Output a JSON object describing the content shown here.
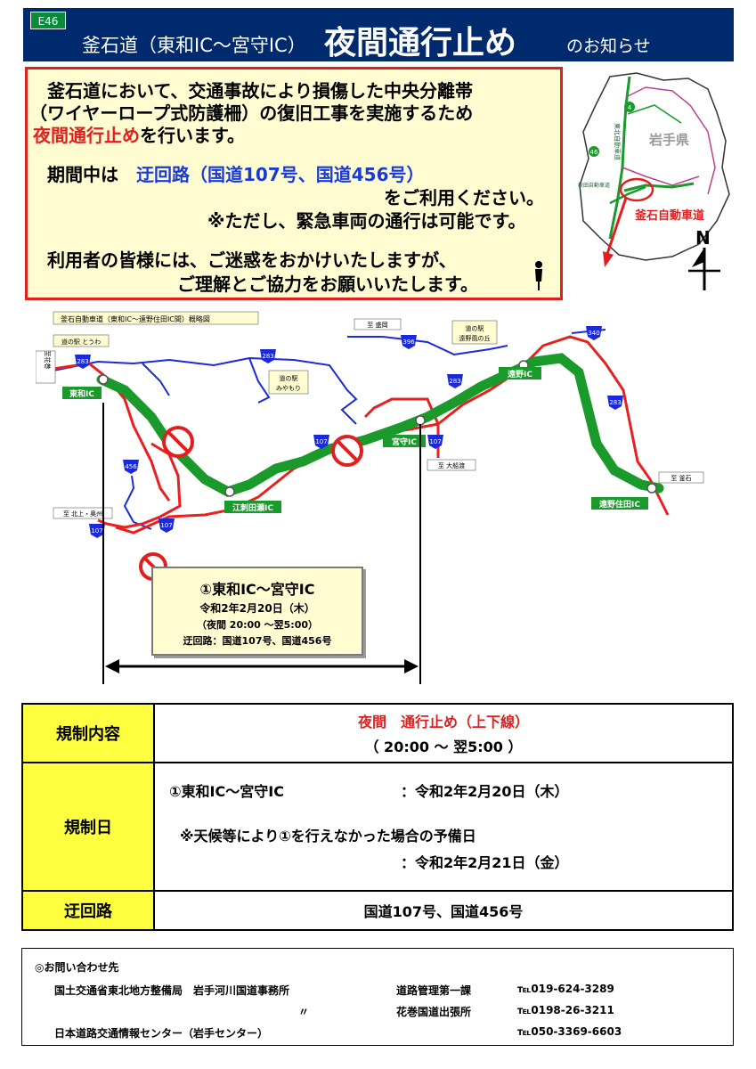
{
  "header": {
    "route_code": "E46",
    "title_prefix": "釜石道（東和IC～宮守IC）",
    "title_main": "夜間通行止め",
    "title_suffix": "のお知らせ"
  },
  "notice": {
    "line1": "釜石道において、交通事故により損傷した中央分離帯",
    "line2": "（ワイヤーロープ式防護柵）の復旧工事を実施するため",
    "line3_red": "夜間通行止め",
    "line3_rest": "を行います。",
    "line4_prefix": "期間中は",
    "line4_blue": "迂回路（国道107号、国道456号）",
    "line5": "をご利用ください。",
    "line6": "※ただし、緊急車両の通行は可能です。",
    "line7": "利用者の皆様には、ご迷惑をおかけいたしますが、",
    "line8": "ご理解とご協力をお願いいたします。"
  },
  "pref_map": {
    "prefecture": "岩手県",
    "expressway_label": "釜石自動車道",
    "north": "N",
    "route_badges": [
      "4",
      "46"
    ],
    "road_tohoku": "東北自動車道",
    "road_akita": "秋田自動車道"
  },
  "schematic": {
    "title": "釜石自動車道（東和IC～遠野住田IC間）概略図",
    "to_hanamaki": "至花巻",
    "to_morioka": "至 盛岡",
    "to_kitakami": "至 北上・奥州",
    "to_ofunato": "至 大船渡",
    "to_kamaishi": "至 釜石",
    "ic_towa": "東和IC",
    "ic_esashi": "江刺田瀬IC",
    "ic_miyamori": "宮守IC",
    "ic_tono": "遠野IC",
    "ic_tonosumita": "遠野住田IC",
    "michinoeki_towa": "道の駅 とうわ",
    "michinoeki_miyamori_l1": "道の駅",
    "michinoeki_miyamori_l2": "みやもり",
    "michinoeki_tono_l1": "道の駅",
    "michinoeki_tono_l2": "遠野風の丘",
    "route_283": "283",
    "route_396": "396",
    "route_340": "340",
    "route_107": "107",
    "route_456": "456"
  },
  "callout": {
    "section": "①東和IC～宮守IC",
    "date": "令和2年2月20日（木）",
    "hours": "（夜間 20:00 ～翌5:00）",
    "detour": "迂回路：国道107号、国道456号"
  },
  "regulation": {
    "content_label": "規制内容",
    "content_line1": "夜間　通行止め（上下線）",
    "content_line2": "（ 20:00 ～ 翌5:00 ）",
    "date_label": "規制日",
    "date_section": "①東和IC～宮守IC",
    "date_value": "：令和2年2月20日（木）",
    "reserve_note": "※天候等により①を行えなかった場合の予備日",
    "reserve_value": "：令和2年2月21日（金）",
    "detour_label": "迂回路",
    "detour_value": "国道107号、国道456号"
  },
  "contact": {
    "heading": "◎お問い合わせ先",
    "org1": "国土交通省東北地方整備局　岩手河川国道事務所",
    "dept1": "道路管理第一課",
    "tel1": "℡019-624-3289",
    "ditto": "〃",
    "dept2": "花巻国道出張所",
    "tel2": "℡0198-26-3211",
    "org3": "日本道路交通情報センター（岩手センター）",
    "tel3": "℡050-3369-6603"
  },
  "colors": {
    "header_bg": "#002a6e",
    "notice_border": "#e02020",
    "notice_bg": "#fefcd0",
    "expressway": "#1a9a2a",
    "national_road": "#e82020",
    "local_road": "#1a2ad8",
    "label_bg": "#fefe40"
  }
}
